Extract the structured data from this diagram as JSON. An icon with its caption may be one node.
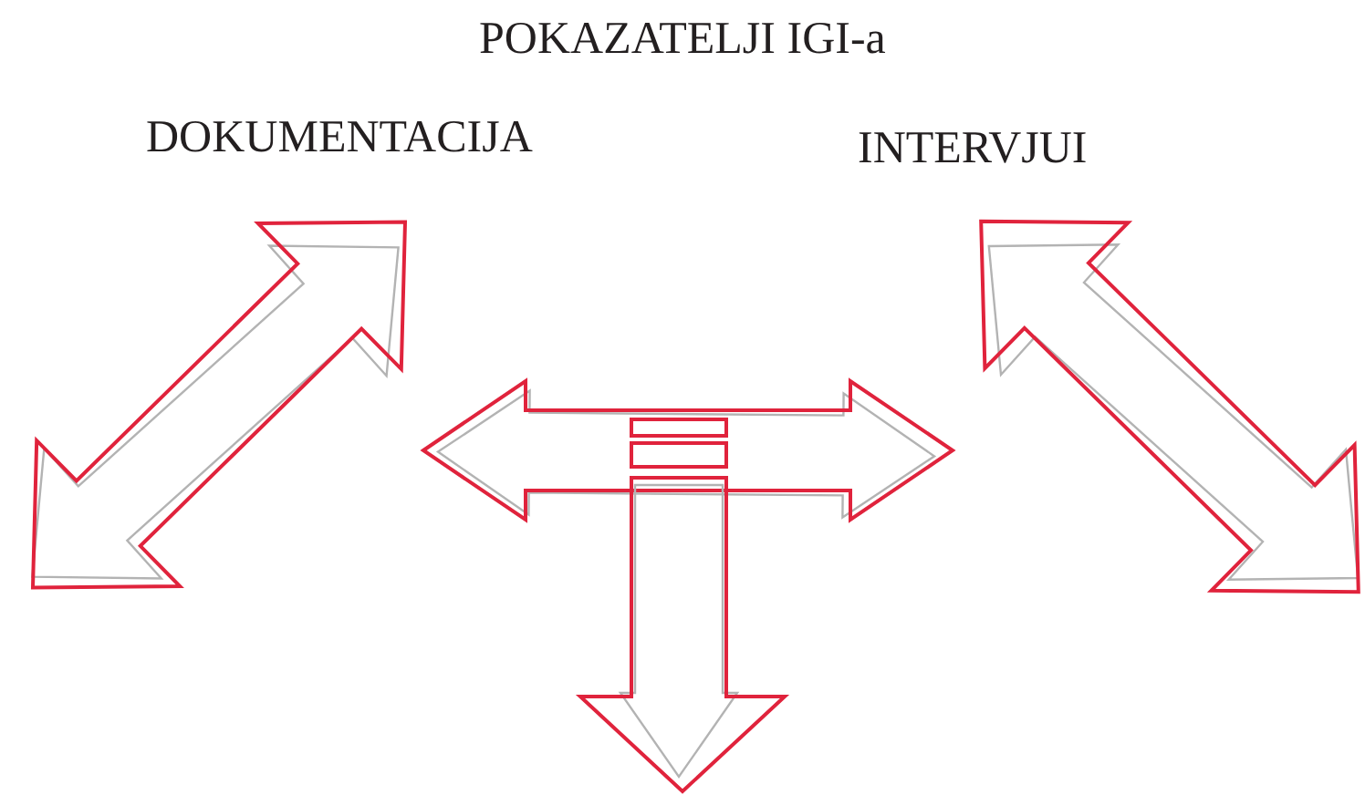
{
  "diagram": {
    "title": "POKAZATELJI IGI-a",
    "labels": [
      "DOKUMENTACIJA",
      "INTERVJUI"
    ]
  }
}
